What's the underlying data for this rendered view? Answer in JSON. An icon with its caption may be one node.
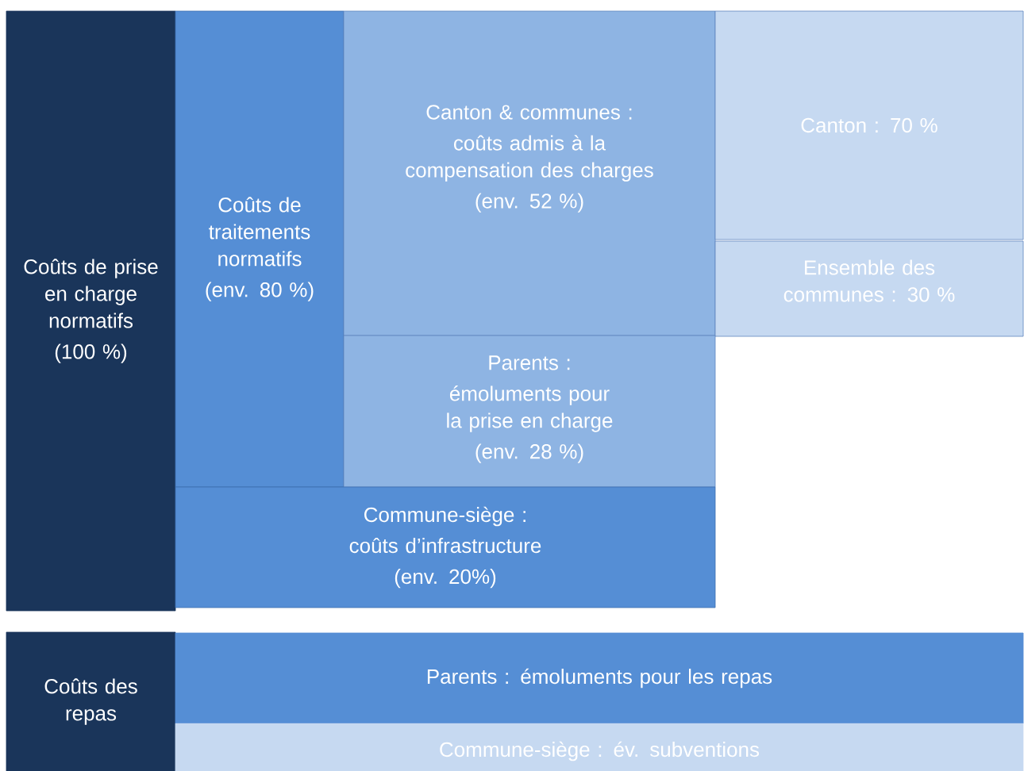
{
  "diagram": {
    "nodes": [
      {
        "text": [
          "Coûts de prise en charge normatifs",
          "(100 %)"
        ]
      },
      {
        "text": [
          "Coûts de traitements normatifs",
          "(env. 80 %)"
        ]
      },
      {
        "text": [
          "Canton & communes :",
          "coûts admis à la compensation des charges",
          "(env. 52 %)"
        ]
      },
      {
        "text": [
          "Canton : 70 %"
        ]
      },
      {
        "text": [
          "Ensemble des communes : 30 %"
        ]
      },
      {
        "text": [
          "Parents :",
          "émoluments pour la prise en charge",
          "(env. 28 %)"
        ]
      },
      {
        "text": [
          "Commune-siège :",
          "coûts d’infrastructure",
          "(env. 20%)"
        ]
      },
      {
        "text": [
          "Coûts des repas"
        ]
      },
      {
        "text": [
          "Parents : émoluments pour les repas"
        ]
      },
      {
        "text": [
          "Commune-siège : év. subventions"
        ]
      }
    ]
  }
}
